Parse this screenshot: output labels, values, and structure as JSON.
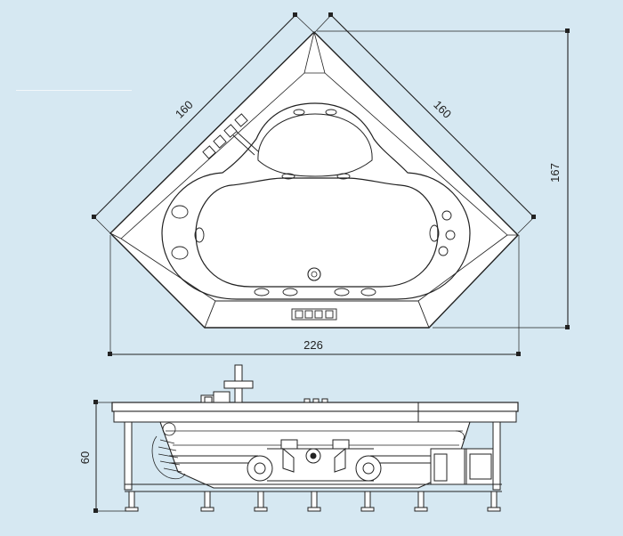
{
  "top_view": {
    "dim_left_edge": "160",
    "dim_right_edge": "160",
    "dim_height": "167",
    "dim_width": "226"
  },
  "side_view": {
    "dim_height": "60"
  },
  "colors": {
    "background": "#d6e8f2",
    "line": "#222222",
    "fill": "#ffffff"
  }
}
